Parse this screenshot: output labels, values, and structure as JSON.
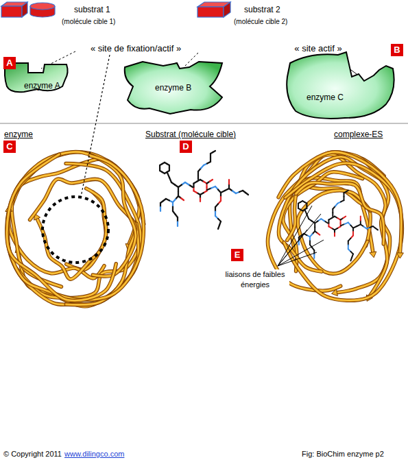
{
  "diagram": {
    "caption": "Fig: BioChim enzyme p2",
    "nodes": [
      {
        "text": [
          "enzyme A"
        ]
      },
      {
        "text": [
          "enzyme B"
        ]
      },
      {
        "text": [
          "enzyme C"
        ]
      }
    ],
    "labels": [
      "substrat 1",
      "(molécule cible 1)",
      "substrat 2",
      "(molécule cible 2)",
      "« site de fixation/actif »",
      "« site actif »",
      "B",
      "A",
      "enzyme",
      "Substrat (molécule cible)",
      "complexe-ES",
      "C",
      "D",
      "E",
      "liaisons de faibles énergies",
      "© Copyright 2011",
      "www.dilingco.com"
    ]
  }
}
